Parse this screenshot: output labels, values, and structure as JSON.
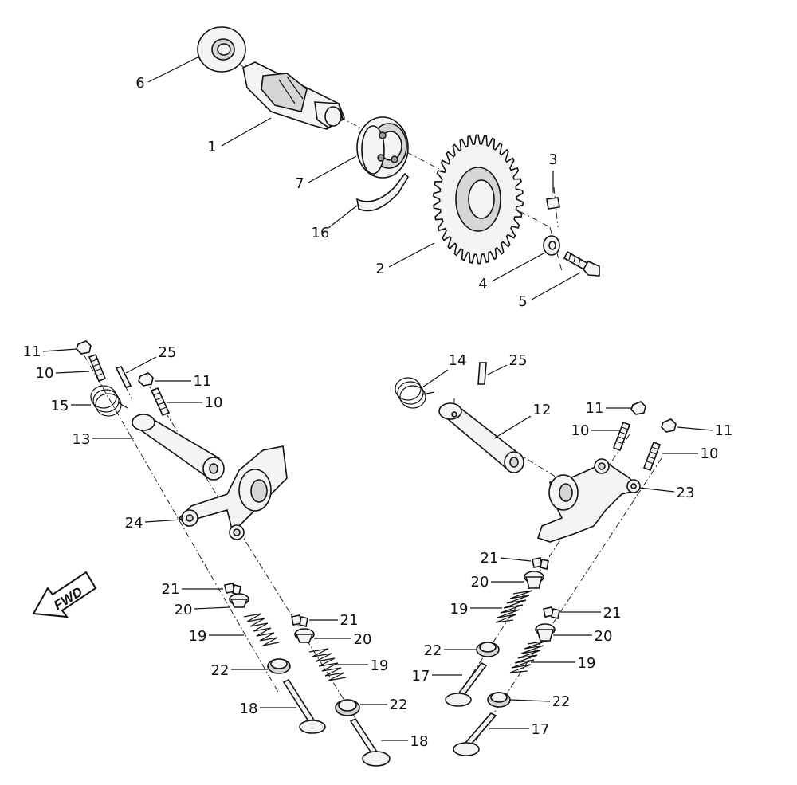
{
  "fwd_badge": "FWD",
  "callouts": [
    {
      "id": "c6",
      "text": "6"
    },
    {
      "id": "c1",
      "text": "1"
    },
    {
      "id": "c7",
      "text": "7"
    },
    {
      "id": "c3",
      "text": "3"
    },
    {
      "id": "c16",
      "text": "16"
    },
    {
      "id": "c2",
      "text": "2"
    },
    {
      "id": "c4",
      "text": "4"
    },
    {
      "id": "c5",
      "text": "5"
    },
    {
      "id": "cL11a",
      "text": "11"
    },
    {
      "id": "cL25",
      "text": "25"
    },
    {
      "id": "cL10a",
      "text": "10"
    },
    {
      "id": "cL11b",
      "text": "11"
    },
    {
      "id": "cL15",
      "text": "15"
    },
    {
      "id": "cL10b",
      "text": "10"
    },
    {
      "id": "cL13",
      "text": "13"
    },
    {
      "id": "cL24",
      "text": "24"
    },
    {
      "id": "cL21a",
      "text": "21"
    },
    {
      "id": "cL20a",
      "text": "20"
    },
    {
      "id": "cL19a",
      "text": "19"
    },
    {
      "id": "cL22a",
      "text": "22"
    },
    {
      "id": "cL18a",
      "text": "18"
    },
    {
      "id": "cL21b",
      "text": "21"
    },
    {
      "id": "cL20b",
      "text": "20"
    },
    {
      "id": "cL19b",
      "text": "19"
    },
    {
      "id": "cL22b",
      "text": "22"
    },
    {
      "id": "cL18b",
      "text": "18"
    },
    {
      "id": "cR14",
      "text": "14"
    },
    {
      "id": "cR25",
      "text": "25"
    },
    {
      "id": "cR12",
      "text": "12"
    },
    {
      "id": "cR11a",
      "text": "11"
    },
    {
      "id": "cR10a",
      "text": "10"
    },
    {
      "id": "cR11b",
      "text": "11"
    },
    {
      "id": "cR10b",
      "text": "10"
    },
    {
      "id": "cR23",
      "text": "23"
    },
    {
      "id": "cR21a",
      "text": "21"
    },
    {
      "id": "cR20a",
      "text": "20"
    },
    {
      "id": "cR19a",
      "text": "19"
    },
    {
      "id": "cR22a",
      "text": "22"
    },
    {
      "id": "cR17a",
      "text": "17"
    },
    {
      "id": "cR21b",
      "text": "21"
    },
    {
      "id": "cR20b",
      "text": "20"
    },
    {
      "id": "cR19b",
      "text": "19"
    },
    {
      "id": "cR22b",
      "text": "22"
    },
    {
      "id": "cR17b",
      "text": "17"
    }
  ]
}
